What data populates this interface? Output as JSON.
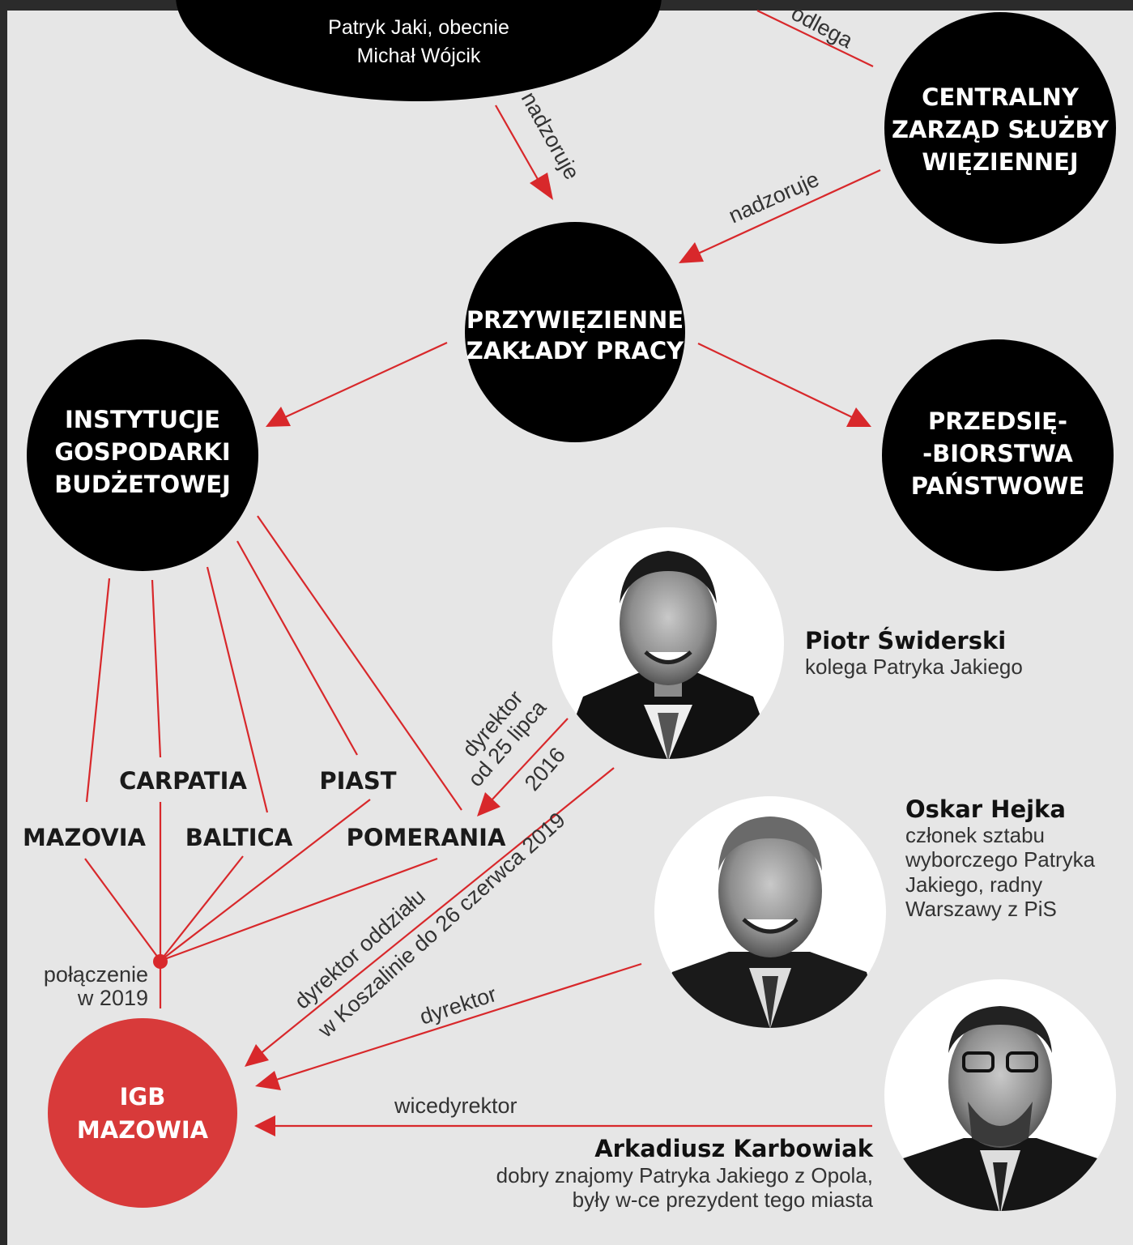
{
  "colors": {
    "background": "#e6e6e6",
    "node": "#000000",
    "accent": "#d8282b",
    "accent_node": "#d83a3a",
    "text": "#333333"
  },
  "nodes": {
    "ministry": {
      "line1": "Patryk Jaki, obecnie",
      "line2": "Michał Wójcik"
    },
    "central_board": {
      "line1": "CENTRALNY",
      "line2": "ZARZĄD SŁUŻBY",
      "line3": "WIĘZIENNEJ"
    },
    "prison_work": {
      "line1": "PRZYWIĘZIENNE",
      "line2": "ZAKŁADY PRACY"
    },
    "igb": {
      "line1": "INSTYTUCJE",
      "line2": "GOSPODARKI",
      "line3": "BUDŻETOWEJ"
    },
    "state_enterprises": {
      "line1": "PRZEDSIĘ-",
      "line2": "-BIORSTWA",
      "line3": "PAŃSTWOWE"
    },
    "igb_mazowia": {
      "line1": "IGB",
      "line2": "MAZOWIA"
    }
  },
  "edge_labels": {
    "podlega": "odlega",
    "nadzoruje_ministry": "nadzoruje",
    "nadzoruje_central": "nadzoruje",
    "swiderski_role_1": "dyrektor",
    "swiderski_role_2": "od 25 lipca",
    "swiderski_role_3": "2016",
    "koszalin_role_1": "dyrektor oddziału",
    "koszalin_role_2": "w Koszalinie do 26 czerwca 2019",
    "hejka_role": "dyrektor",
    "karbowiak_role": "wicedyrektor"
  },
  "branches": [
    "MAZOVIA",
    "CARPATIA",
    "BALTICA",
    "PIAST",
    "POMERANIA"
  ],
  "merge": {
    "line1": "połączenie",
    "line2": "w 2019"
  },
  "people": {
    "swiderski": {
      "name": "Piotr Świderski",
      "desc": [
        "kolega Patryka Jakiego"
      ]
    },
    "hejka": {
      "name": "Oskar Hejka",
      "desc": [
        "członek sztabu",
        "wyborczego Patryka",
        "Jakiego, radny",
        "Warszawy z PiS"
      ]
    },
    "karbowiak": {
      "name": "Arkadiusz Karbowiak",
      "desc": [
        "dobry znajomy Patryka Jakiego z Opola,",
        "były w-ce prezydent tego miasta"
      ]
    }
  }
}
